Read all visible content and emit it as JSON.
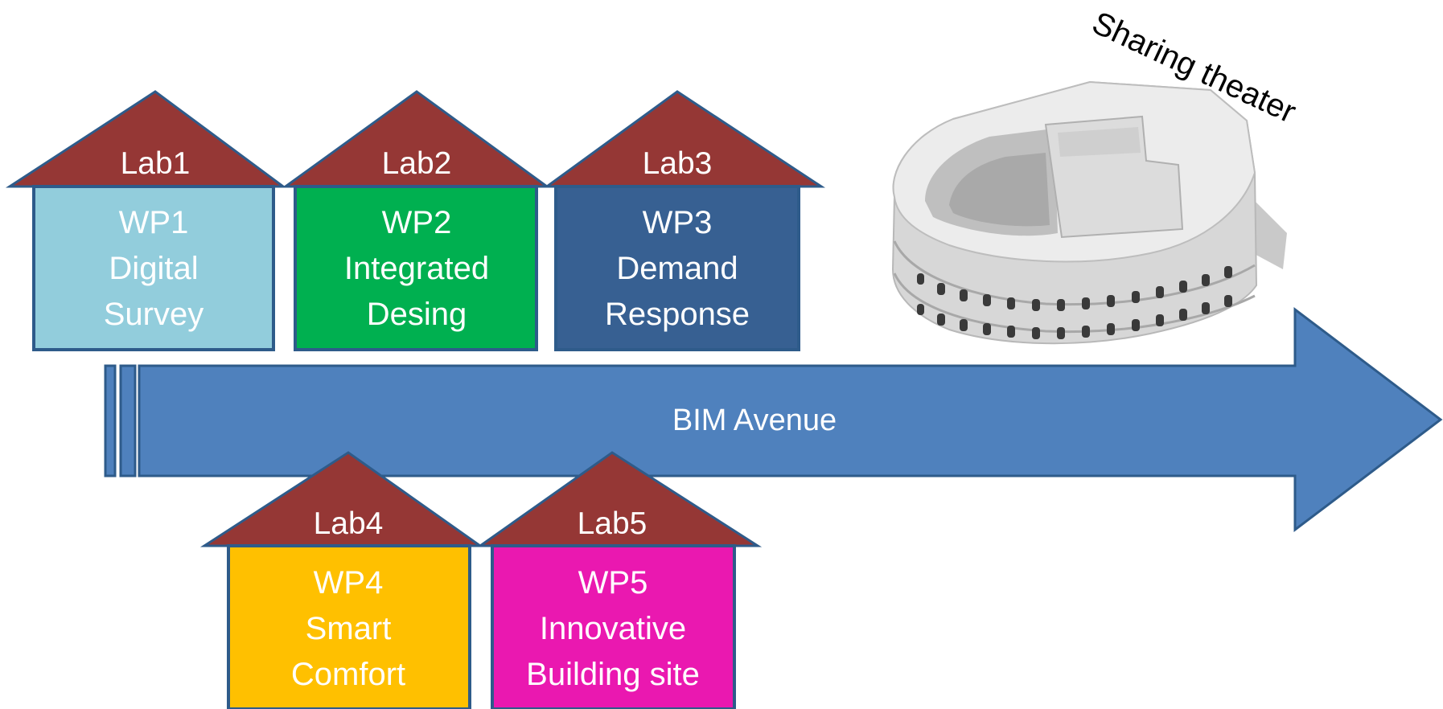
{
  "avenue": {
    "label": "BIM Avenue"
  },
  "theater": {
    "label": "Sharing theater"
  },
  "labs": [
    {
      "roof_label": "Lab1",
      "lines": [
        "WP1",
        "Digital",
        "Survey"
      ],
      "color": "#92cddc"
    },
    {
      "roof_label": "Lab2",
      "lines": [
        "WP2",
        "Integrated",
        "Desing"
      ],
      "color": "#00b050"
    },
    {
      "roof_label": "Lab3",
      "lines": [
        "WP3",
        "Demand",
        "Response"
      ],
      "color": "#376092"
    },
    {
      "roof_label": "Lab4",
      "lines": [
        "WP4",
        "Smart",
        "Comfort"
      ],
      "color": "#ffc000"
    },
    {
      "roof_label": "Lab5",
      "lines": [
        "WP5",
        "Innovative",
        "Building site"
      ],
      "color": "#ea18b0"
    }
  ],
  "colors": {
    "roof": "#953735",
    "outline": "#2e5b8a",
    "arrow": "#4f81bd"
  }
}
